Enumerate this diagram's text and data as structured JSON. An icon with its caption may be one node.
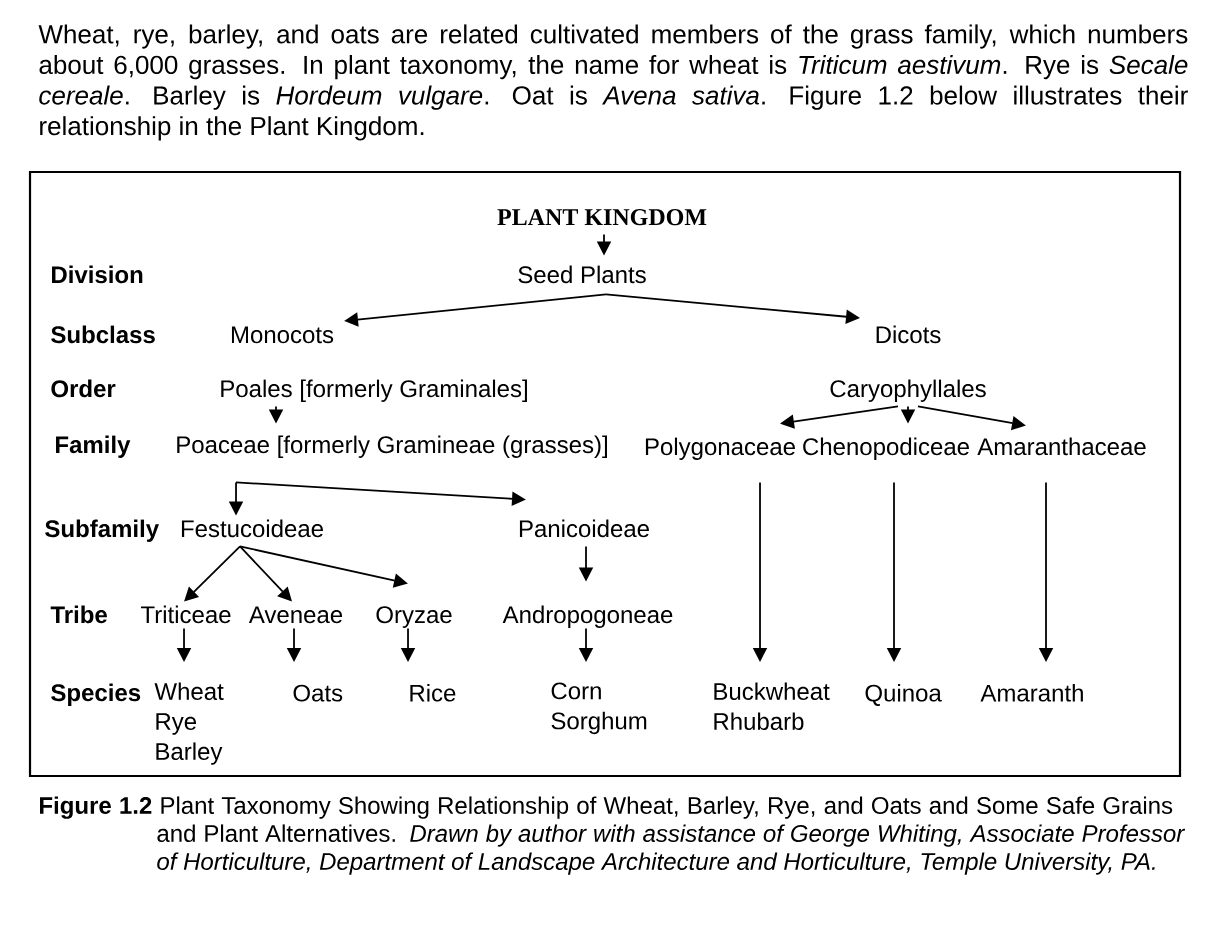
{
  "diagram": {
    "caption": "**Figure 1.2** Plant Taxonomy Showing Relationship of Wheat, Barley, Rye, and Oats and Some Safe Grains and Plant Alternatives. *Drawn by author with assistance of George Whiting, Associate Professor of Horticulture, Department of Landscape Architecture and Horticulture, Temple University, PA.*",
    "nodes": [
      {
        "text": [
          "PLANT KINGDOM"
        ]
      },
      {
        "text": [
          "Seed Plants"
        ]
      },
      {
        "text": [
          "Monocots"
        ]
      },
      {
        "text": [
          "Dicots"
        ]
      },
      {
        "text": [
          "Poales [formerly Graminales]"
        ]
      },
      {
        "text": [
          "Caryophyllales"
        ]
      },
      {
        "text": [
          "Poaceae [formerly Gramineae (grasses)]"
        ]
      },
      {
        "text": [
          "Polygonaceae"
        ]
      },
      {
        "text": [
          "Chenopodiceae"
        ]
      },
      {
        "text": [
          "Amaranthaceae"
        ]
      },
      {
        "text": [
          "Festucoideae"
        ]
      },
      {
        "text": [
          "Panicoideae"
        ]
      },
      {
        "text": [
          "Triticeae"
        ]
      },
      {
        "text": [
          "Aveneae"
        ]
      },
      {
        "text": [
          "Oryzae"
        ]
      },
      {
        "text": [
          "Andropogoneae"
        ]
      },
      {
        "text": [
          "Wheat Rye Barley"
        ]
      },
      {
        "text": [
          "Oats"
        ]
      },
      {
        "text": [
          "Rice"
        ]
      },
      {
        "text": [
          "Corn Sorghum"
        ]
      },
      {
        "text": [
          "Buckwheat Rhubarb"
        ]
      },
      {
        "text": [
          "Quinoa"
        ]
      },
      {
        "text": [
          "Amaranth"
        ]
      }
    ],
    "edges": [
      {
        "from": 0,
        "to": 1,
        "arrow": "to"
      },
      {
        "from": 1,
        "to": 2,
        "arrow": "to"
      },
      {
        "from": 1,
        "to": 3,
        "arrow": "to"
      },
      {
        "from": 4,
        "to": 6,
        "arrow": "to"
      },
      {
        "from": 5,
        "to": 7,
        "arrow": "to"
      },
      {
        "from": 5,
        "to": 8,
        "arrow": "to"
      },
      {
        "from": 5,
        "to": 9,
        "arrow": "to"
      },
      {
        "from": 6,
        "to": 10,
        "arrow": "to"
      },
      {
        "from": 6,
        "to": 11,
        "arrow": "to"
      },
      {
        "from": 10,
        "to": 12,
        "arrow": "to"
      },
      {
        "from": 10,
        "to": 13,
        "arrow": "to"
      },
      {
        "from": 10,
        "to": 14,
        "arrow": "to"
      },
      {
        "from": 11,
        "to": 15,
        "arrow": "to"
      },
      {
        "from": 12,
        "to": 16,
        "arrow": "to"
      },
      {
        "from": 13,
        "to": 17,
        "arrow": "to"
      },
      {
        "from": 14,
        "to": 18,
        "arrow": "to"
      },
      {
        "from": 15,
        "to": 19,
        "arrow": "to"
      },
      {
        "from": 7,
        "to": 20,
        "arrow": "to"
      },
      {
        "from": 8,
        "to": 21,
        "arrow": "to"
      },
      {
        "from": 9,
        "to": 22,
        "arrow": "to"
      }
    ],
    "labels": [
      "Wheat, rye, barley, and oats are related cultivated members of the grass family, which numbers about 6,000 grasses. In plant taxonomy, the name for wheat is *Triticum aestivum*. Rye is *Secale cereale*. Barley is *Hordeum vulgare*. Oat is *Avena sativa*. Figure 1.2 below illustrates their relationship in the Plant Kingdom.",
      "Division",
      "Subclass",
      "Order",
      "Family",
      "Subfamily",
      "Tribe",
      "Species"
    ]
  }
}
